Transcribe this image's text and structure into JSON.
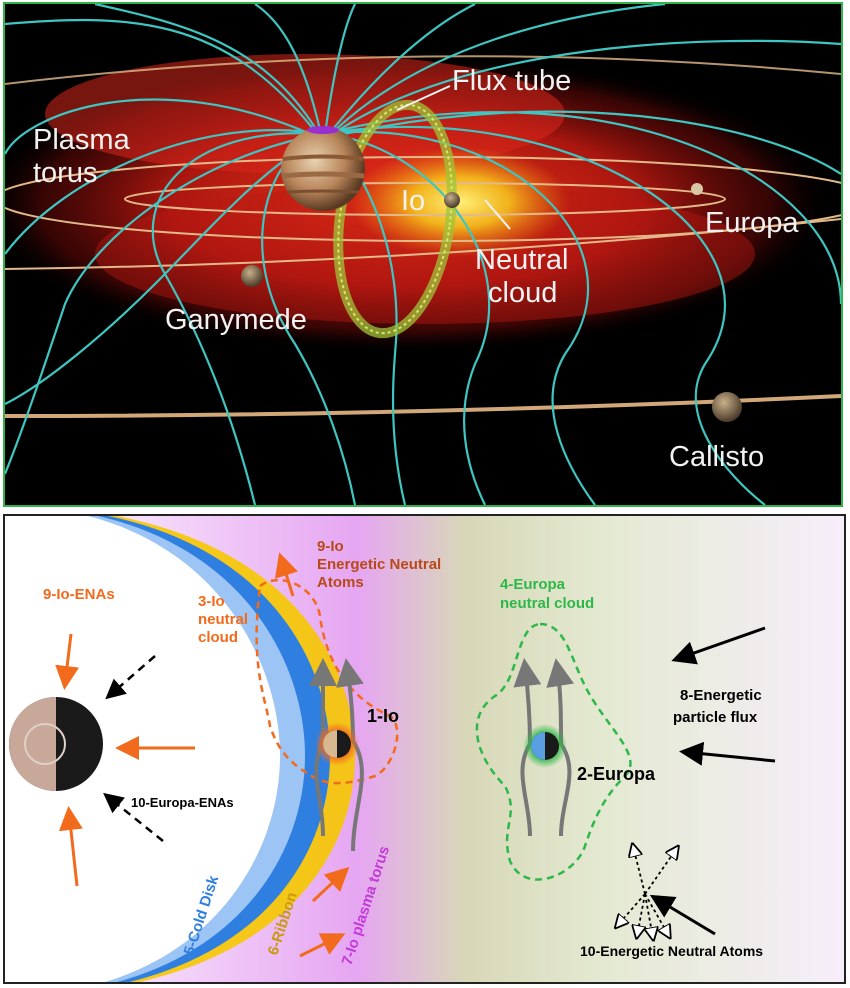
{
  "top": {
    "labels": {
      "flux_tube": "Flux tube",
      "plasma_torus_line1": "Plasma",
      "plasma_torus_line2": "torus",
      "io": "Io",
      "europa": "Europa",
      "neutral_cloud_line1": "Neutral",
      "neutral_cloud_line2": "cloud",
      "ganymede": "Ganymede",
      "callisto": "Callisto"
    },
    "colors": {
      "frame": "#2fb34a",
      "field_lines": "#3ec6c2",
      "orbits": "#e3b98a",
      "torus": "#d8261b",
      "neutral_cloud": "#f2c21a"
    }
  },
  "bottom": {
    "labels": {
      "io_enas": "9-Io-ENAs",
      "io_energetic_line1": "9-Io",
      "io_energetic_line2": "Energetic Neutral",
      "io_energetic_line3": "Atoms",
      "io_neutral_line1": "3-Io",
      "io_neutral_line2": "neutral",
      "io_neutral_line3": "cloud",
      "europa_neutral_line1": "4-Europa",
      "europa_neutral_line2": "neutral cloud",
      "io_moon": "1-Io",
      "europa_moon": "2-Europa",
      "particle_flux_line1": "8-Energetic",
      "particle_flux_line2": "particle flux",
      "europa_enas": "10-Europa-ENAs",
      "cold_disk": "5-Cold Disk",
      "ribbon": "6-Ribbon",
      "io_plasma_torus": "7-Io plasma torus",
      "energetic_neutral_atoms": "10-Energetic Neutral Atoms"
    },
    "colors": {
      "io_orange": "#f26a1b",
      "io_text": "#b84a1a",
      "europa_green": "#2db84a",
      "cold_disk_blue": "#2f7fe0",
      "ribbon_yellow": "#f5c800",
      "torus_magenta": "#c23ad8"
    }
  }
}
